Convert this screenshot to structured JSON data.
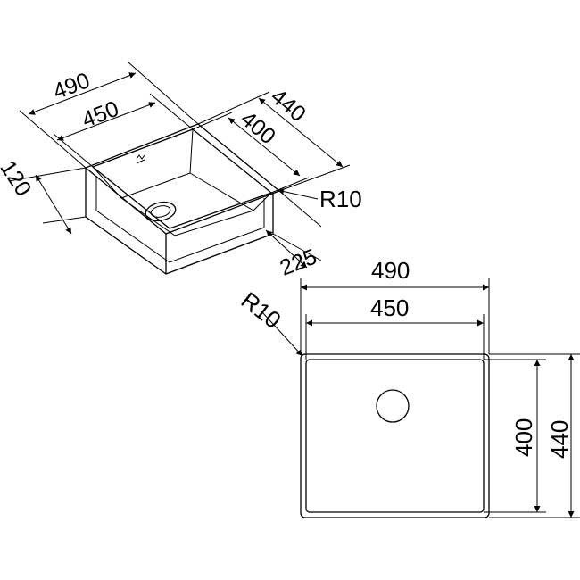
{
  "iso_view": {
    "outer_width": "490",
    "inner_width": "450",
    "outer_depth": "440",
    "inner_depth": "400",
    "height": "120",
    "drain_offset": "225",
    "radius": "R10"
  },
  "top_view": {
    "outer_width": "490",
    "inner_width": "450",
    "inner_depth": "400",
    "outer_depth": "440",
    "radius": "R10"
  }
}
